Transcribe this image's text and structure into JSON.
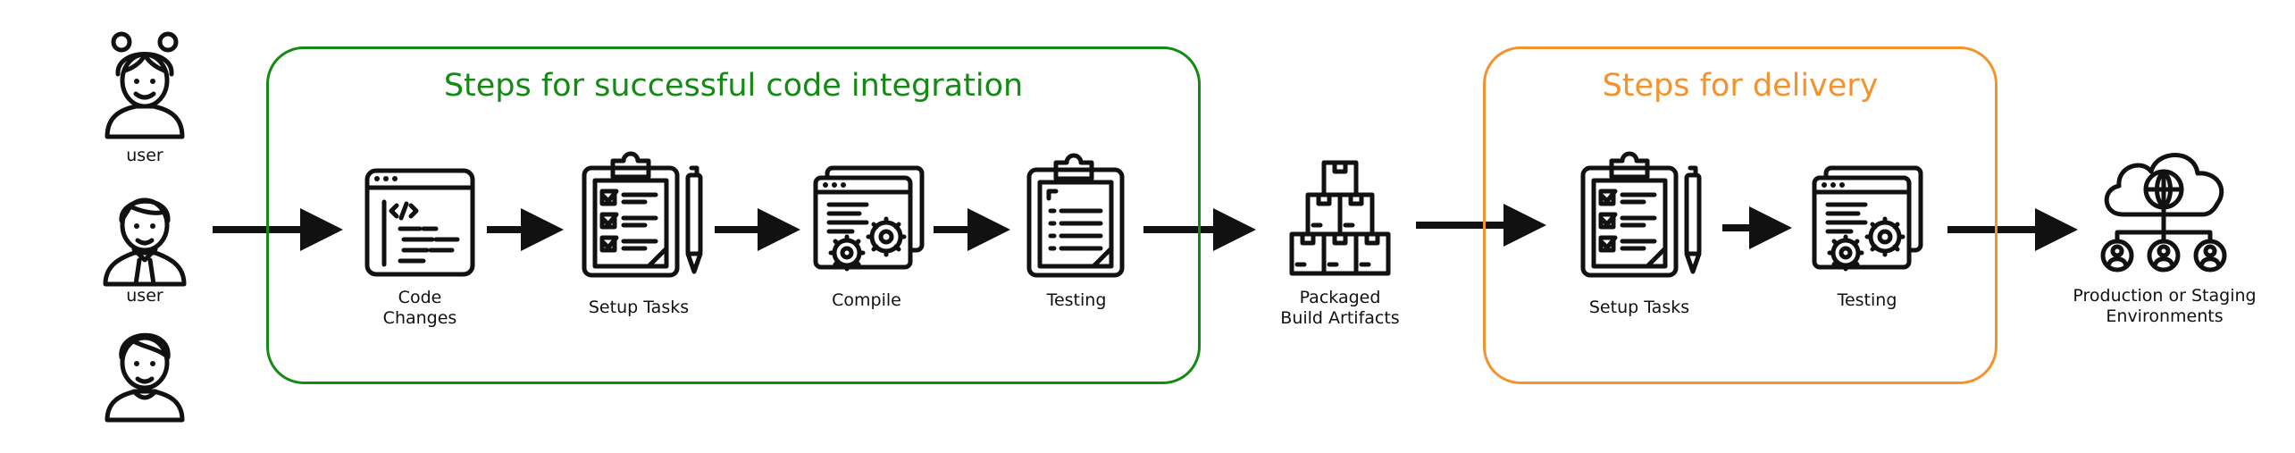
{
  "colors": {
    "integration": "#138a13",
    "delivery": "#f4922e",
    "ink": "#111111"
  },
  "users": [
    {
      "label": "user",
      "icon": "girl-user-icon"
    },
    {
      "label": "user",
      "icon": "man-user-icon"
    },
    {
      "label": "",
      "icon": "boy-user-icon"
    }
  ],
  "integration": {
    "title": "Steps for successful code integration",
    "steps": [
      {
        "label": "Code\nChanges",
        "icon": "code-window-icon"
      },
      {
        "label": "Setup Tasks",
        "icon": "checklist-clipboard-icon"
      },
      {
        "label": "Compile",
        "icon": "gears-window-icon"
      },
      {
        "label": "Testing",
        "icon": "clipboard-icon"
      }
    ]
  },
  "artifacts": {
    "label": "Packaged\nBuild Artifacts",
    "icon": "boxes-icon"
  },
  "delivery": {
    "title": "Steps for delivery",
    "steps": [
      {
        "label": "Setup Tasks",
        "icon": "checklist-clipboard-icon"
      },
      {
        "label": "Testing",
        "icon": "gears-window-icon"
      }
    ]
  },
  "environments": {
    "label": "Production or Staging\nEnvironments",
    "icon": "cloud-network-icon"
  }
}
